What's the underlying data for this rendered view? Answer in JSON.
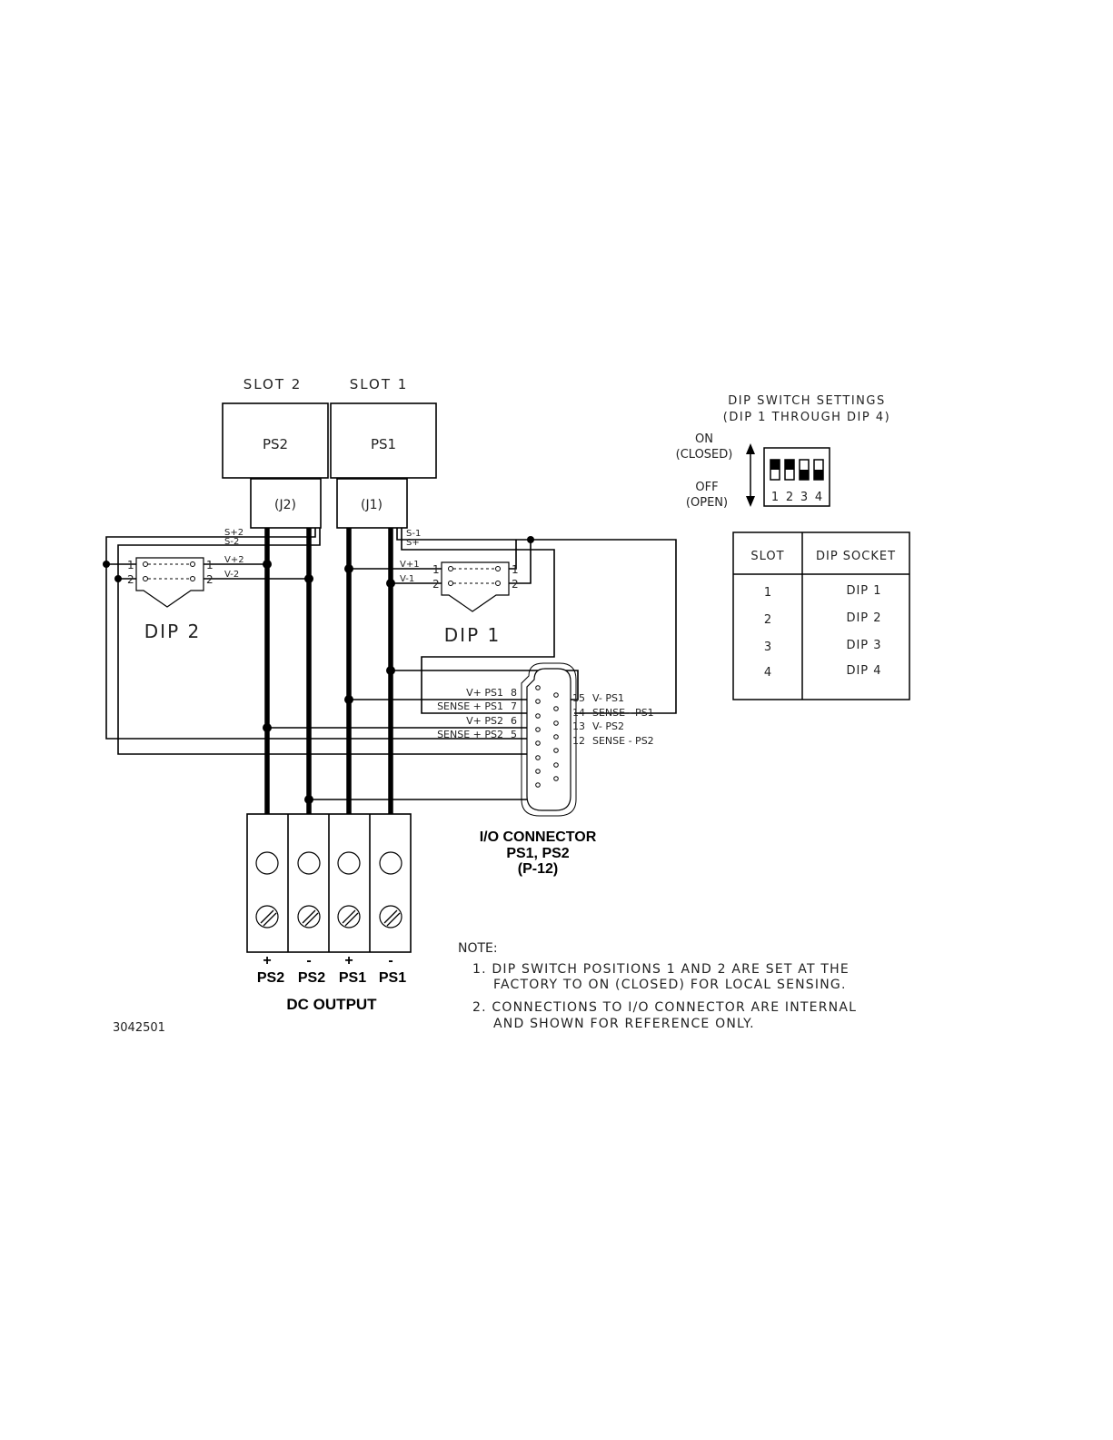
{
  "slots": {
    "slot2": "SLOT 2",
    "slot1": "SLOT 1"
  },
  "supplies": {
    "ps2": "PS2",
    "ps1": "PS1",
    "j2": "(J2)",
    "j1": "(J1)"
  },
  "dip_labels": {
    "dip2": "DIP 2",
    "dip1": "DIP 1"
  },
  "wire_labels": {
    "s_plus_2": "S+2",
    "s_minus_2": "S-2",
    "v_plus_2": "V+2",
    "v_minus_2": "V-2",
    "s_minus_1": "S-1",
    "s_plus_1": "S+",
    "v_plus_1": "V+1",
    "v_minus_1": "V-1",
    "dip_pin1": "1",
    "dip_pin2": "2"
  },
  "connector_pins": {
    "left": [
      {
        "label": "V+ PS1",
        "num": "8"
      },
      {
        "label": "SENSE + PS1",
        "num": "7"
      },
      {
        "label": "V+ PS2",
        "num": "6"
      },
      {
        "label": "SENSE + PS2",
        "num": "5"
      }
    ],
    "right": [
      {
        "num": "15",
        "label": "V- PS1"
      },
      {
        "num": "14",
        "label": "SENSE - PS1"
      },
      {
        "num": "13",
        "label": "V- PS2"
      },
      {
        "num": "12",
        "label": "SENSE - PS2"
      }
    ]
  },
  "io_connector": {
    "line1": "I/O CONNECTOR",
    "line2": "PS1, PS2",
    "line3": "(P-12)"
  },
  "terminals": [
    {
      "sign": "+",
      "name": "PS2"
    },
    {
      "sign": "-",
      "name": "PS2"
    },
    {
      "sign": "+",
      "name": "PS1"
    },
    {
      "sign": "-",
      "name": "PS1"
    }
  ],
  "dc_output": "DC OUTPUT",
  "figure_id": "3042501",
  "dip_settings": {
    "title1": "DIP SWITCH SETTINGS",
    "title2": "(DIP 1 THROUGH DIP 4)",
    "on1": "ON",
    "on2": "(CLOSED)",
    "off1": "OFF",
    "off2": "(OPEN)",
    "positions": [
      "1",
      "2",
      "3",
      "4"
    ],
    "switch_states": [
      "ON",
      "ON",
      "OFF",
      "OFF"
    ]
  },
  "slot_table": {
    "headers": [
      "SLOT",
      "DIP SOCKET"
    ],
    "rows": [
      [
        "1",
        "DIP 1"
      ],
      [
        "2",
        "DIP 2"
      ],
      [
        "3",
        "DIP 3"
      ],
      [
        "4",
        "DIP 4"
      ]
    ]
  },
  "notes": {
    "title": "NOTE:",
    "n1a": "1. DIP SWITCH POSITIONS 1 AND 2 ARE SET AT THE",
    "n1b": "FACTORY TO ON (CLOSED) FOR LOCAL SENSING.",
    "n2a": "2. CONNECTIONS TO I/O CONNECTOR ARE INTERNAL",
    "n2b": "AND SHOWN FOR REFERENCE ONLY."
  }
}
